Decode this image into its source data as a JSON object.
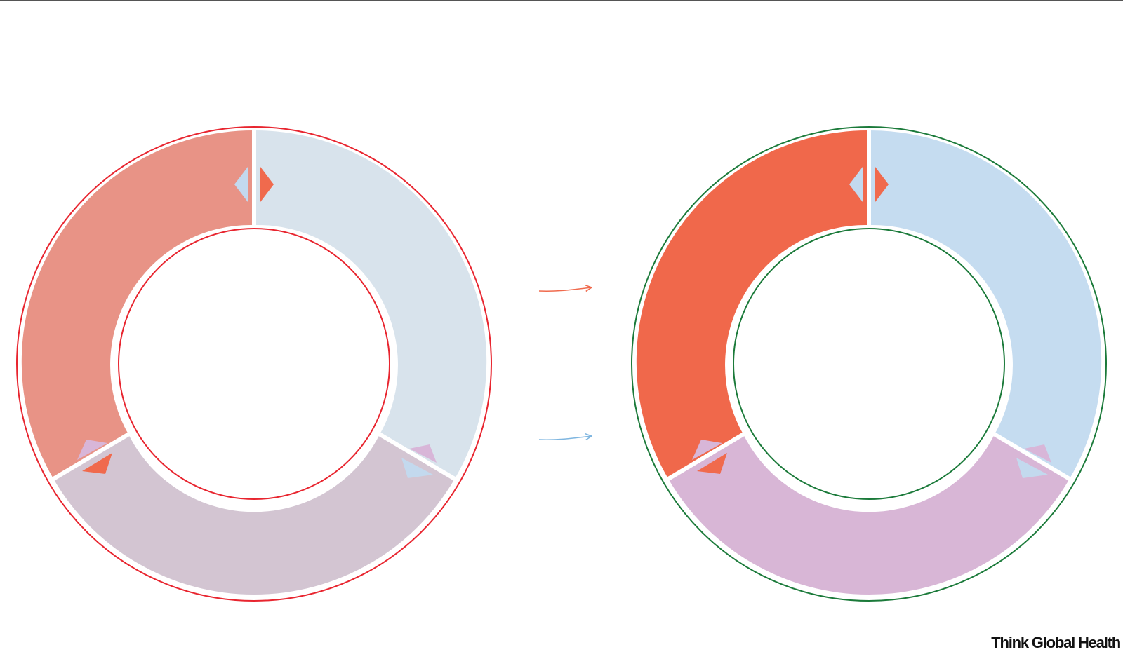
{
  "brand": {
    "name": "Think Global Health"
  },
  "colors": {
    "background": "#ffffff",
    "divider": "#ffffff",
    "rule": "#555555",
    "arrow_red": "#f06a4d",
    "arrow_blue": "#7fb6e0"
  },
  "arrows": [
    {
      "name": "arrow-red-right",
      "color": "#f06a4d"
    },
    {
      "name": "arrow-blue-right",
      "color": "#7fb6e0"
    }
  ],
  "rings": [
    {
      "name": "ring-before",
      "ring_color": "#e8252f",
      "segments": [
        {
          "name": "segment-left",
          "color": "#e89386"
        },
        {
          "name": "segment-right",
          "color": "#d8e3ec"
        },
        {
          "name": "segment-bottom",
          "color": "#d3c5d2"
        }
      ],
      "markers": {
        "top_left": "#c3d9ee",
        "top_right": "#f06a4d",
        "lower_left_outer": "#d8b6d8",
        "lower_left_inner": "#f06a4d",
        "lower_right_outer": "#d8b6d8",
        "lower_right_inner": "#c3d9ee"
      }
    },
    {
      "name": "ring-after",
      "ring_color": "#1b7a3a",
      "segments": [
        {
          "name": "segment-left",
          "color": "#f0684b"
        },
        {
          "name": "segment-right",
          "color": "#c5dcf0"
        },
        {
          "name": "segment-bottom",
          "color": "#d8b6d6"
        }
      ],
      "markers": {
        "top_left": "#c3d9ee",
        "top_right": "#f06a4d",
        "lower_left_outer": "#d8b6d8",
        "lower_left_inner": "#f06a4d",
        "lower_right_outer": "#d8b6d8",
        "lower_right_inner": "#c3d9ee"
      }
    }
  ]
}
